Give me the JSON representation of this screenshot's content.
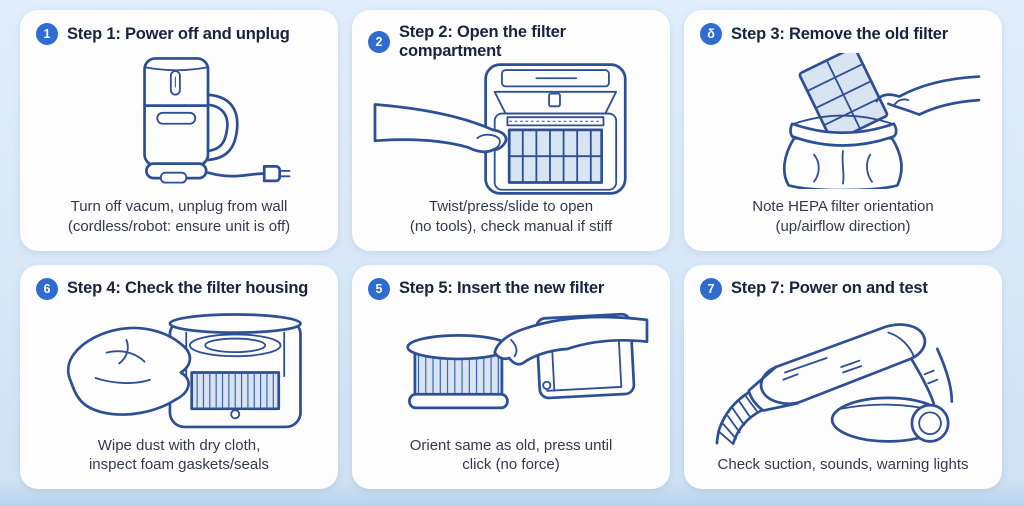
{
  "page": {
    "background_top": "#e0edfb",
    "background_bottom": "#b9d2ec",
    "card_background": "#fdfdfe",
    "accent_blue": "#2f6cd1",
    "title_color": "#18243e",
    "caption_color": "#333a4d",
    "line_art_color": "#2d4f96",
    "filter_fill": "#d9e4f3"
  },
  "steps": [
    {
      "badge": "1",
      "title": "Step 1: Power off and unplug",
      "caption_line1": "Turn off vacum, unplug from wall",
      "caption_line2": "(cordless/robot: ensure unit is off)",
      "illustration": "handheld-vacuum-with-cord-and-plug"
    },
    {
      "badge": "2",
      "title": "Step 2: Open the filter compartment",
      "caption_line1": "Twist/press/slide to open",
      "caption_line2": "(no tools), check manual if stiff",
      "illustration": "hand-opening-filter-compartment-with-blue-grid-filter"
    },
    {
      "badge": "δ",
      "title": "Step 3: Remove the old filter",
      "caption_line1": "Note HEPA filter orientation",
      "caption_line2": "(up/airflow direction)",
      "illustration": "hand-dropping-old-filter-into-bag"
    },
    {
      "badge": "6",
      "title": "Step 4: Check the filter housing",
      "caption_line1": "Wipe dust with dry cloth,",
      "caption_line2": "inspect foam gaskets/seals",
      "illustration": "cloth-wiping-round-filter-housing"
    },
    {
      "badge": "5",
      "title": "Step 5: Insert the new filter",
      "caption_line1": "Orient same as old, press until",
      "caption_line2": "click (no force)",
      "illustration": "hand-inserting-pleated-filter-into-compartment"
    },
    {
      "badge": "7",
      "title": "Step 7: Power on and test",
      "caption_line1": "Check suction, sounds, warning lights",
      "caption_line2": "",
      "illustration": "handheld-vacuum-with-corrugated-hose-and-wheel"
    }
  ]
}
